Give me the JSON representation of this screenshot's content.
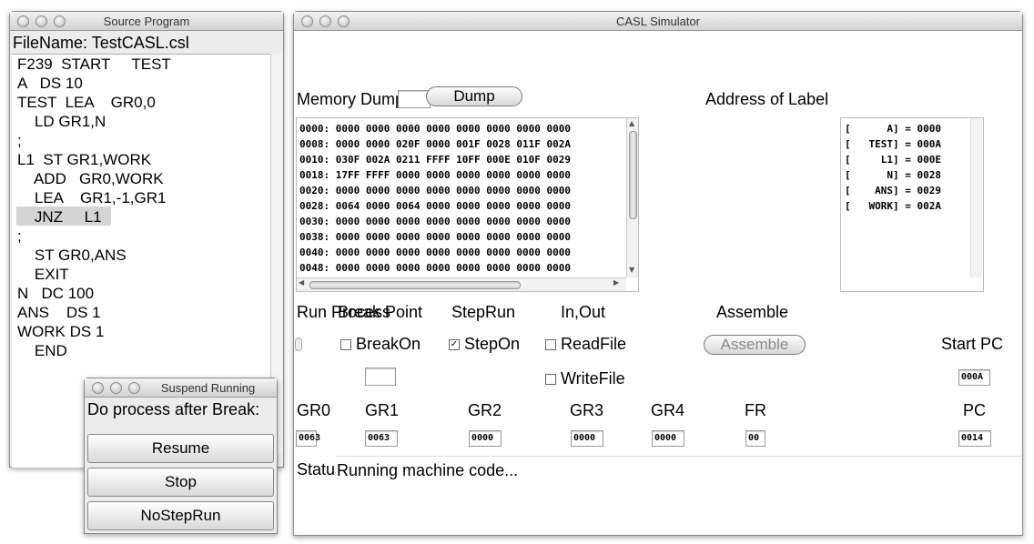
{
  "source_window": {
    "title": "Source Program",
    "filename": "FileName: TestCASL.csl",
    "lines": [
      "F239  START     TEST",
      "A   DS 10",
      "TEST  LEA    GR0,0",
      "    LD GR1,N",
      ";",
      "L1  ST GR1,WORK",
      "    ADD   GR0,WORK",
      "    LEA    GR1,-1,GR1",
      "    JNZ     L1",
      ";",
      "    ST GR0,ANS",
      "    EXIT",
      "N   DC 100",
      "ANS    DS 1",
      "WORK DS 1",
      "    END"
    ]
  },
  "suspend_window": {
    "title": "Suspend Running",
    "prompt": "Do process after Break:",
    "resume": "Resume",
    "stop": "Stop",
    "nostep": "NoStepRun"
  },
  "sim_window": {
    "title": "CASL Simulator",
    "memory_dump_label": "Memory Dump",
    "dump_button": "Dump",
    "address_of_label": "Address of Label",
    "memory_rows": [
      "0000: 0000 0000 0000 0000 0000 0000 0000 0000",
      "0008: 0000 0000 020F 0000 001F 0028 011F 002A",
      "0010: 030F 002A 0211 FFFF 10FF 000E 010F 0029",
      "0018: 17FF FFFF 0000 0000 0000 0000 0000 0000",
      "0020: 0000 0000 0000 0000 0000 0000 0000 0000",
      "0028: 0064 0000 0064 0000 0000 0000 0000 0000",
      "0030: 0000 0000 0000 0000 0000 0000 0000 0000",
      "0038: 0000 0000 0000 0000 0000 0000 0000 0000",
      "0040: 0000 0000 0000 0000 0000 0000 0000 0000",
      "0048: 0000 0000 0000 0000 0000 0000 0000 0000"
    ],
    "labels": [
      "[      A] = 0000",
      "[   TEST] = 000A",
      "[     L1] = 000E",
      "[      N] = 0028",
      "[    ANS] = 0029",
      "[   WORK] = 002A"
    ],
    "run_process": "Run Process",
    "break_point": "Break Point",
    "step_run": "StepRun",
    "in_out": "In,Out",
    "assemble_header": "Assemble",
    "break_on": "BreakOn",
    "step_on": "StepOn",
    "read_file": "ReadFile",
    "write_file": "WriteFile",
    "assemble_button": "Assemble",
    "start_pc_label": "Start PC",
    "start_pc": "000A",
    "registers": {
      "gr0_label": "GR0",
      "gr0": "0063",
      "gr1_label": "GR1",
      "gr1": "0063",
      "gr2_label": "GR2",
      "gr2": "0000",
      "gr3_label": "GR3",
      "gr3": "0000",
      "gr4_label": "GR4",
      "gr4": "0000",
      "fr_label": "FR",
      "fr": "00",
      "pc_label": "PC",
      "pc": "0014"
    },
    "status_label": "Status",
    "status_text": "Running machine code..."
  }
}
